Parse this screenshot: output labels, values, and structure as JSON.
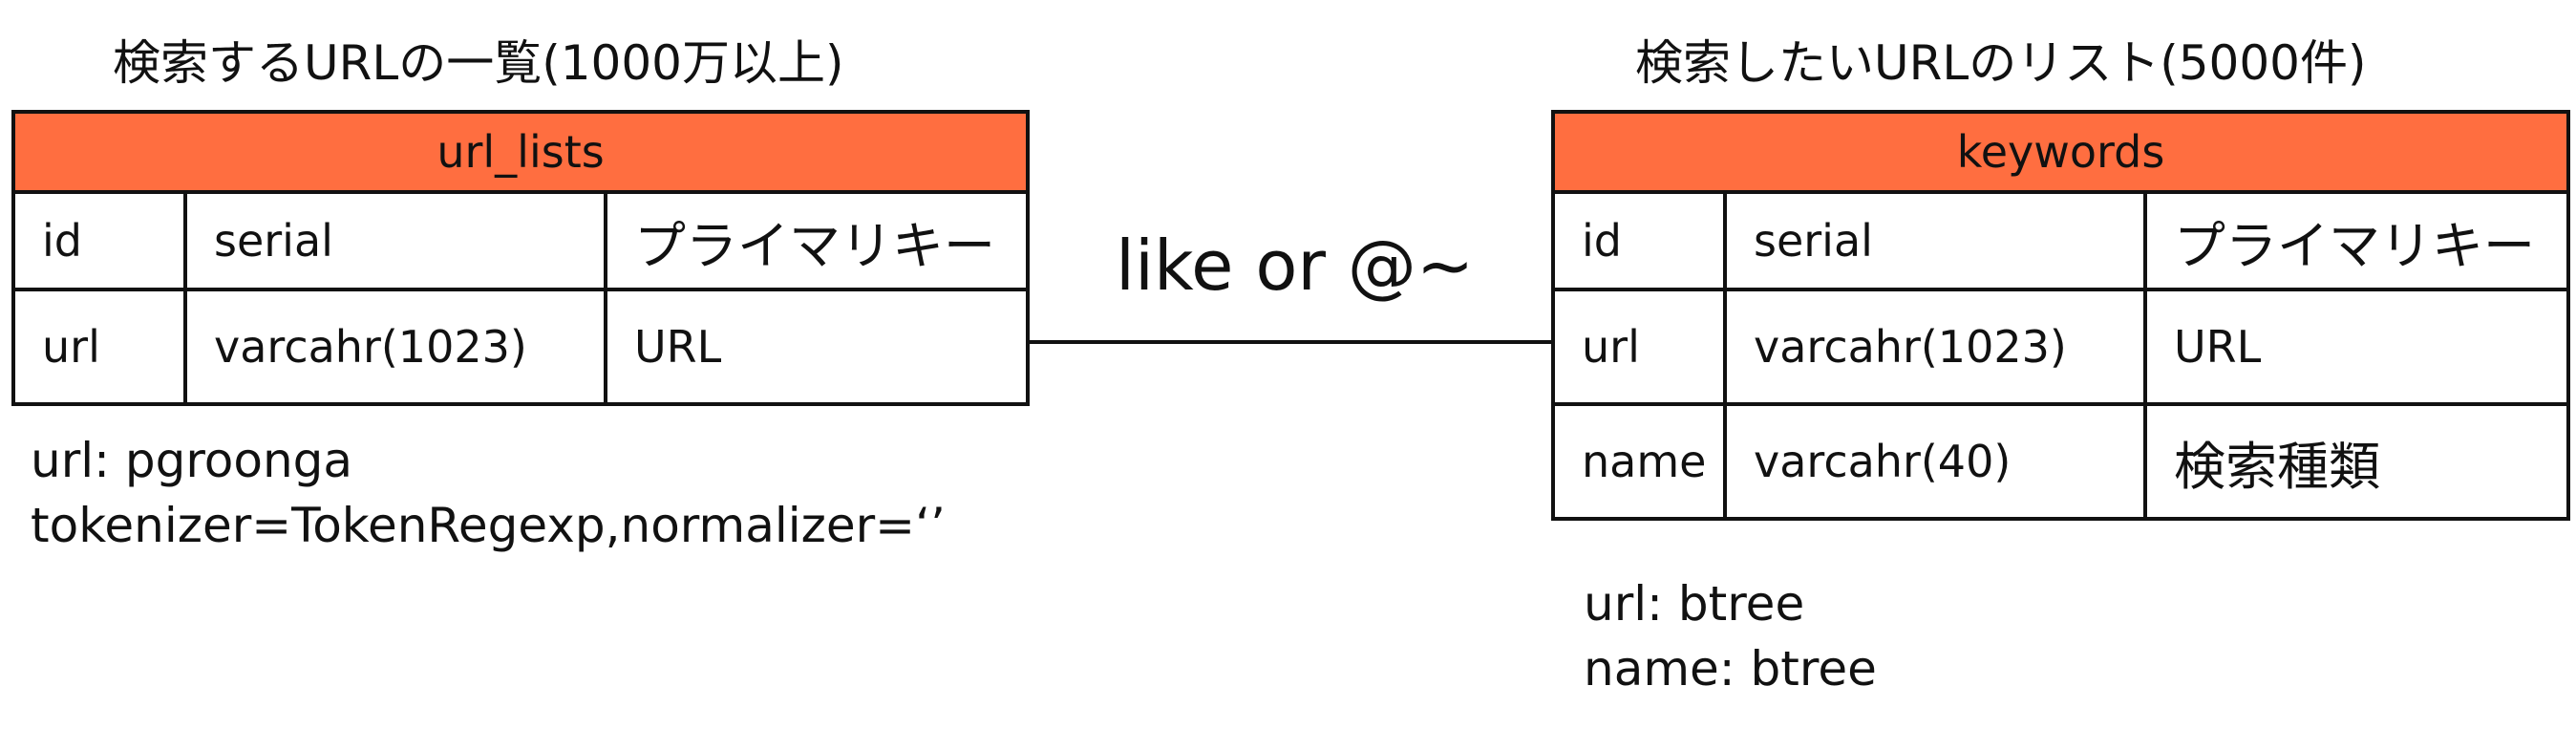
{
  "left_caption": "検索するURLの一覧(1000万以上)",
  "right_caption": "検索したいURLのリスト(5000件)",
  "relation_label": "like or @~",
  "left_table": {
    "name": "url_lists",
    "rows": [
      {
        "column": "id",
        "type": "serial",
        "note": "プライマリキー"
      },
      {
        "column": "url",
        "type": "varcahr(1023)",
        "note": "URL"
      }
    ]
  },
  "right_table": {
    "name": "keywords",
    "rows": [
      {
        "column": "id",
        "type": "serial",
        "note": "プライマリキー"
      },
      {
        "column": "url",
        "type": "varcahr(1023)",
        "note": "URL"
      },
      {
        "column": "name",
        "type": "varcahr(40)",
        "note": "検索種類"
      }
    ]
  },
  "left_notes": [
    "url: pgroonga",
    "tokenizer=TokenRegexp,normalizer=‘’"
  ],
  "right_notes": [
    "url: btree",
    "name: btree"
  ],
  "colors": {
    "table_header": "#ff6e40",
    "line": "#111111"
  }
}
